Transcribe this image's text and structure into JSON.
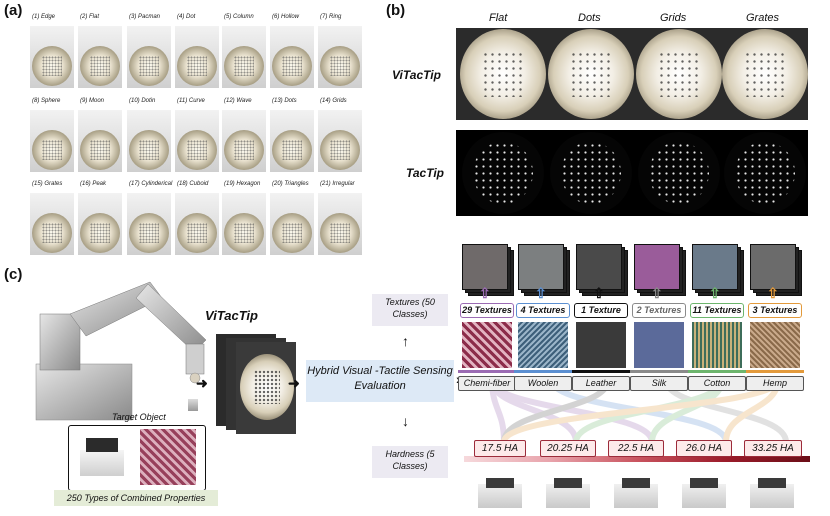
{
  "panels": {
    "a": "(a)",
    "b": "(b)",
    "c": "(c)"
  },
  "shapes": [
    "(1) Edge",
    "(2) Flat",
    "(3) Pacman",
    "(4) Dot",
    "(5) Column",
    "(6) Hollow",
    "(7) Ring",
    "(8) Sphere",
    "(9) Moon",
    "(10) Dotin",
    "(11) Curve",
    "(12) Wave",
    "(13) Dots",
    "(14) Grids",
    "(15) Grates",
    "(16) Peak",
    "(17) Cylinderical",
    "(18) Cuboid",
    "(19) Hexagon",
    "(20) Triangles",
    "(21) Irregular"
  ],
  "b": {
    "columns": [
      "Flat",
      "Dots",
      "Grids",
      "Grates"
    ],
    "rows": [
      "ViTacTip",
      "TacTip"
    ]
  },
  "c": {
    "sensor_label": "ViTacTip",
    "target_label": "Target Object",
    "combined_label": "250 Types of Combined Properties",
    "eval_label": "Hybrid Visual -Tactile Sensing Evaluation",
    "textures_label": "Textures (50 Classes)",
    "hardness_label": "Hardness (5 Classes)",
    "texture_counts": [
      {
        "label": "29 Textures",
        "color": "#9b6bb3"
      },
      {
        "label": "4 Textures",
        "color": "#5b8fd1"
      },
      {
        "label": "1 Texture",
        "color": "#111111"
      },
      {
        "label": "2 Textures",
        "color": "#8a8a8a"
      },
      {
        "label": "11 Textures",
        "color": "#6db56d"
      },
      {
        "label": "3 Textures",
        "color": "#e39a3b"
      }
    ],
    "materials": [
      "Chemi-fiber",
      "Woolen",
      "Leather",
      "Silk",
      "Cotton",
      "Hemp"
    ],
    "hardness": [
      "17.5 HA",
      "20.25 HA",
      "22.5 HA",
      "26.0 HA",
      "33.25 HA"
    ]
  }
}
